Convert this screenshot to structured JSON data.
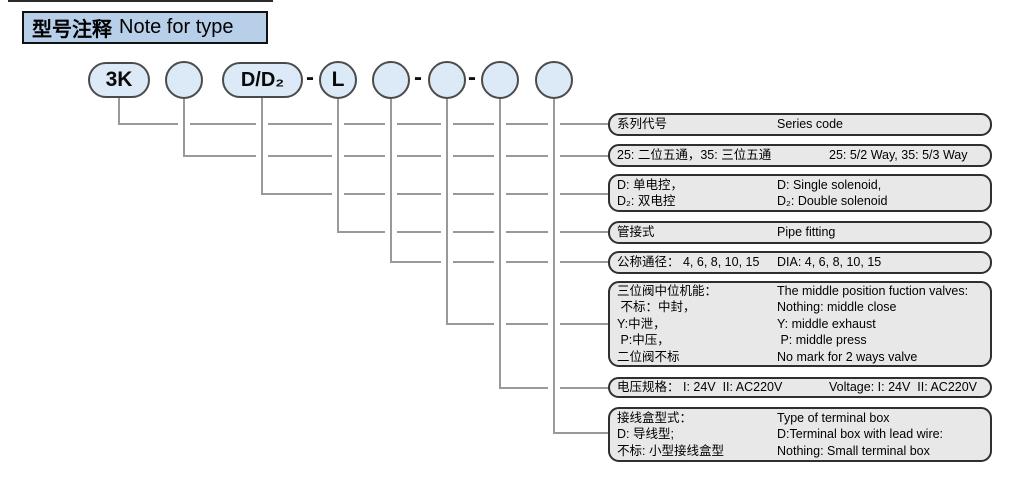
{
  "title": {
    "zh": "型号注释",
    "en": "Note for type"
  },
  "separator": "-",
  "colors": {
    "title_box_fill": "#b7cfe9",
    "bubble_fill": "#dce9f6",
    "bubble_border": "#4b4b4b",
    "legend_box_fill": "#e8e8e8",
    "legend_box_border": "#2f2f2f",
    "connector_gray": "#999999"
  },
  "model_bubbles": [
    {
      "label": "3K"
    },
    {
      "label": ""
    },
    {
      "label": "D/D₂"
    },
    {
      "label": "L"
    },
    {
      "label": ""
    },
    {
      "label": ""
    },
    {
      "label": ""
    },
    {
      "label": ""
    }
  ],
  "legend_boxes": [
    {
      "rows": [
        {
          "zh": "系列代号",
          "en": "Series code"
        }
      ]
    },
    {
      "rows": [
        {
          "zh": "25: 二位五通，35: 三位五通",
          "en": "25: 5/2 Way, 35: 5/3 Way"
        }
      ]
    },
    {
      "rows": [
        {
          "zh": "D: 单电控，",
          "en": "D: Single solenoid,"
        },
        {
          "zh": "D₂: 双电控",
          "en": "D₂: Double solenoid"
        }
      ]
    },
    {
      "rows": [
        {
          "zh": "管接式",
          "en": "Pipe fitting"
        }
      ]
    },
    {
      "rows": [
        {
          "zh": "公称通径： 4, 6, 8, 10, 15",
          "en": "DIA: 4, 6, 8, 10, 15"
        }
      ]
    },
    {
      "rows": [
        {
          "zh": "三位阀中位机能：",
          "en": "The middle position fuction valves:"
        },
        {
          "zh": " 不标：中封，",
          "en": "Nothing: middle close"
        },
        {
          "zh": "Y:中泄，",
          "en": "Y: middle exhaust"
        },
        {
          "zh": " P:中压，",
          "en": " P: middle press"
        },
        {
          "zh": "二位阀不标",
          "en": "No mark for 2 ways valve"
        }
      ]
    },
    {
      "rows": [
        {
          "zh": "电压规格： I: 24V  II: AC220V",
          "en": "Voltage: I: 24V  II: AC220V"
        }
      ]
    },
    {
      "rows": [
        {
          "zh": "接线盒型式：",
          "en": "Type of terminal box"
        },
        {
          "zh": "D: 导线型;",
          "en": "D:Terminal box with lead wire:"
        },
        {
          "zh": "不标: 小型接线盒型",
          "en": "Nothing: Small terminal box"
        }
      ]
    }
  ]
}
